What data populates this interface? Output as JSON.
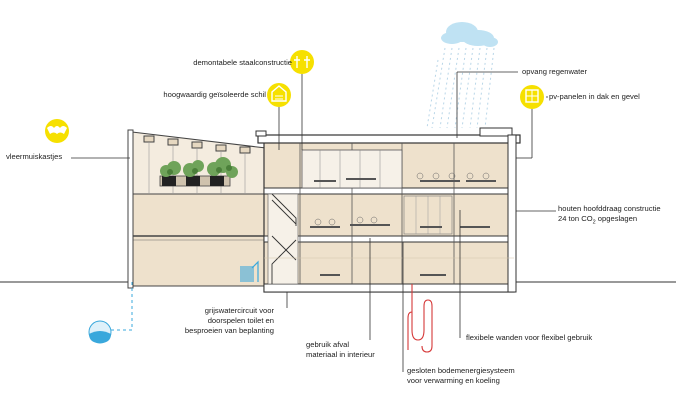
{
  "labels": {
    "staal": "demontabele staalconstructie",
    "schil": "hoogwaardig geïsoleerde schil",
    "vleermuis": "vleermuiskastjes",
    "regen": "opvang regenwater",
    "pv": "pv-panelen in dak en gevel",
    "hout_line1": "houten hoofddraag constructie",
    "hout_line2_a": "24 ton CO",
    "hout_line2_sub": "2",
    "hout_line2_b": " opgeslagen",
    "grijs": "grijswatercircuit voor doorspelen toilet en besproeien van beplanting",
    "afval": "gebruik afval materiaal in interieur",
    "flex": "flexibele wanden voor flexibel gebruik",
    "bodem_line1": "gesloten bodemenergiesysteem",
    "bodem_line2": "voor verwarming en koeling"
  },
  "icons": {
    "staal": "bolts-icon",
    "schil": "insulated-house-icon",
    "vleermuis": "bat-icon",
    "pv": "solar-panel-icon",
    "cloud": "rain-cloud-icon",
    "water": "water-drop-icon"
  },
  "colors": {
    "icon_yellow": "#f6e000",
    "wood": "#eee1cc",
    "wood_dark": "#d9c8ad",
    "cloud": "#bfe2f3",
    "water": "#3aa8dc",
    "pipe_red": "#d63a3a"
  }
}
